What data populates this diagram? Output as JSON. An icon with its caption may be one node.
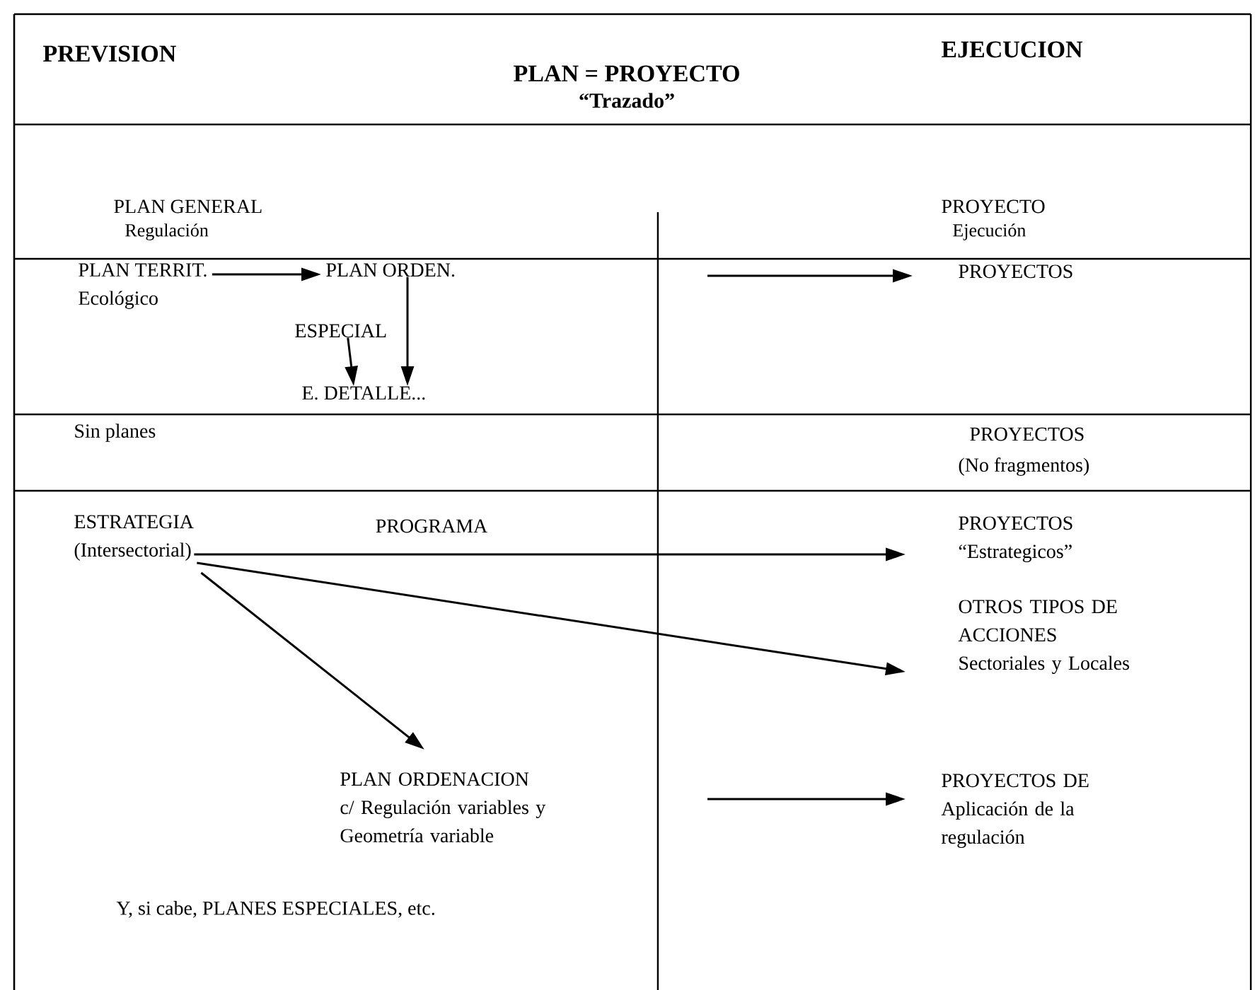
{
  "diagram": {
    "nodes": [
      {
        "text": [
          "PLAN TERRIT.",
          "Ecológico"
        ]
      },
      {
        "text": [
          "PLAN ORDEN."
        ]
      },
      {
        "text": [
          "ESPECIAL"
        ]
      },
      {
        "text": [
          "E. DETALLE..."
        ]
      },
      {
        "text": [
          "PROYECTOS"
        ]
      },
      {
        "text": [
          "ESTRATEGIA",
          "(Intersectorial)"
        ]
      },
      {
        "text": [
          "PROYECTOS",
          "“Estrategicos”"
        ]
      },
      {
        "text": [
          "OTROS TIPOS DE ACCIONES",
          "Sectoriales y Locales"
        ]
      },
      {
        "text": [
          "PLAN ORDENACION",
          "c/ Regulación variables y Geometría variable"
        ]
      },
      {
        "text": [
          "PROYECTOS DE Aplicación de la regulación"
        ]
      }
    ],
    "edges": [
      {
        "from": 0,
        "to": 1,
        "arrow": "to"
      },
      {
        "from": 1,
        "to": 3,
        "arrow": "to"
      },
      {
        "from": 2,
        "to": 3,
        "arrow": "to"
      },
      {
        "from": null,
        "to": 4,
        "arrow": "to"
      },
      {
        "from": 5,
        "to": 6,
        "arrow": "to",
        "label": "PROGRAMA"
      },
      {
        "from": 5,
        "to": 7,
        "arrow": "to"
      },
      {
        "from": 5,
        "to": 8,
        "arrow": "to"
      },
      {
        "from": null,
        "to": 9,
        "arrow": "to"
      }
    ],
    "labels": [
      "PREVISION",
      "EJECUCION",
      "PLAN = PROYECTO",
      "“Trazado”",
      "PLAN GENERAL",
      "Regulación",
      "PROYECTO",
      "Ejecución",
      "Sin planes",
      "PROYECTOS",
      "(No fragmentos)",
      "Y, si cabe, PLANES ESPECIALES, etc."
    ]
  }
}
